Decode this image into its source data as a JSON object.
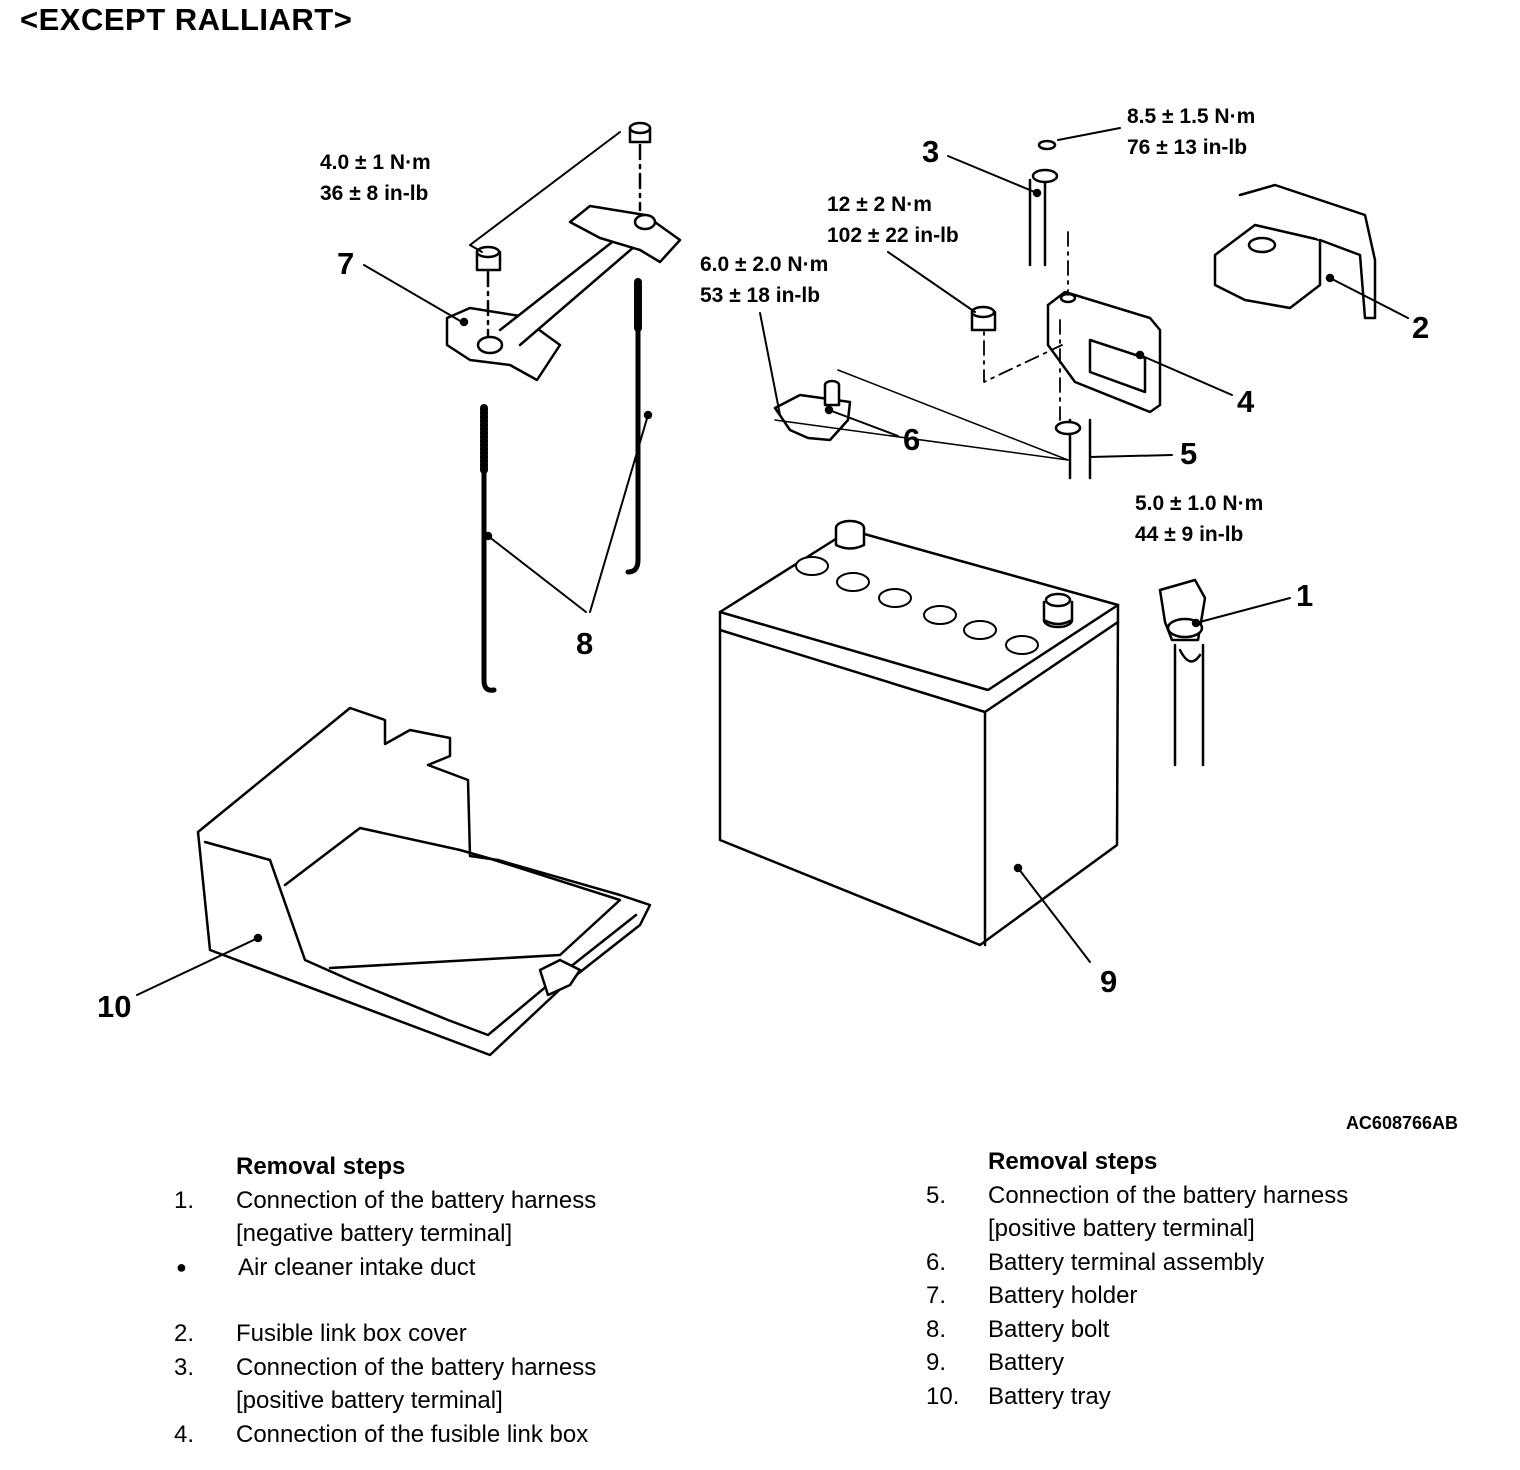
{
  "title": "<EXCEPT RALLIART>",
  "figure_code": "AC608766AB",
  "callouts": {
    "c1": "1",
    "c2": "2",
    "c3": "3",
    "c4": "4",
    "c5": "5",
    "c6": "6",
    "c7": "7",
    "c8": "8",
    "c9": "9",
    "c10": "10"
  },
  "torques": {
    "holder": {
      "nm": "4.0 ± 1 N·m",
      "inlb": "36 ± 8 in-lb"
    },
    "top_nut": {
      "nm": "8.5 ± 1.5 N·m",
      "inlb": "76 ± 13 in-lb"
    },
    "box_nut": {
      "nm": "12 ± 2 N·m",
      "inlb": "102 ± 22 in-lb"
    },
    "terminal": {
      "nm": "6.0 ± 2.0 N·m",
      "inlb": "53 ± 18 in-lb"
    },
    "negative": {
      "nm": "5.0 ± 1.0 N·m",
      "inlb": "44 ± 9 in-lb"
    }
  },
  "removal_left": {
    "header": "Removal steps",
    "items": [
      {
        "num": "1.",
        "line1": "Connection of the battery harness",
        "line2": "[negative battery terminal]"
      },
      {
        "bullet": "●",
        "line1": "Air cleaner intake duct"
      },
      {
        "num": "2.",
        "line1": "Fusible link box cover"
      },
      {
        "num": "3.",
        "line1": "Connection of the battery harness",
        "line2": "[positive battery terminal]"
      },
      {
        "num": "4.",
        "line1": "Connection of the fusible link box"
      }
    ]
  },
  "removal_right": {
    "header": "Removal steps",
    "items": [
      {
        "num": "5.",
        "line1": "Connection of the battery harness",
        "line2": "[positive battery terminal]"
      },
      {
        "num": "6.",
        "line1": "Battery terminal assembly"
      },
      {
        "num": "7.",
        "line1": "Battery holder"
      },
      {
        "num": "8.",
        "line1": "Battery bolt"
      },
      {
        "num": "9.",
        "line1": "Battery"
      },
      {
        "num": "10.",
        "line1": "Battery tray"
      }
    ]
  }
}
